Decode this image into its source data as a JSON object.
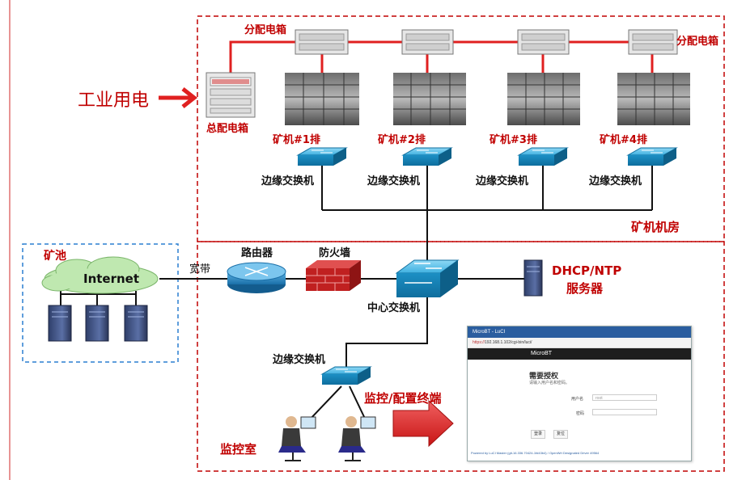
{
  "labels": {
    "industrial_power": "工业用电",
    "main_dist_box": "总配电箱",
    "dist_box_left": "分配电箱",
    "dist_box_right": "分配电箱",
    "row1": "矿机#1排",
    "row2": "矿机#2排",
    "row3": "矿机#3排",
    "row4": "矿机#4排",
    "edge_switch": "边缘交换机",
    "mining_room": "矿机机房",
    "pool": "矿池",
    "internet": "Internet",
    "broadband": "宽带",
    "router": "路由器",
    "firewall": "防火墙",
    "core_switch": "中心交换机",
    "dhcp_line1": "DHCP/NTP",
    "dhcp_line2": "服务器",
    "monitor_edge_switch": "边缘交换机",
    "terminal": "监控/配置终端",
    "monitor_room": "监控室"
  },
  "browser": {
    "tab": "MicroBT - LuCI",
    "url_scheme": "https://",
    "url_rest": "192.168.1.102/cgi-bin/luci/",
    "header": "MicroBT",
    "title": "需要授权",
    "subtitle": "请输入用户名和密码。",
    "user_label": "用户名",
    "user_value": "root",
    "pass_label": "密码",
    "login_button": "登录",
    "reset_button": "复位",
    "footer": "Powered by LuCI Master (git-16.336.70424-1fd43b4) / OpenWrt Designated Driver 49564"
  },
  "colors": {
    "power_line": "#e02020",
    "zone_red": "#c00000",
    "zone_blue": "#2a7fd0",
    "switch_blue": "#2aa5d8",
    "router_blue": "#1f7fc0",
    "firewall_red": "#c02020",
    "cloud_green": "#bfe8b0"
  }
}
